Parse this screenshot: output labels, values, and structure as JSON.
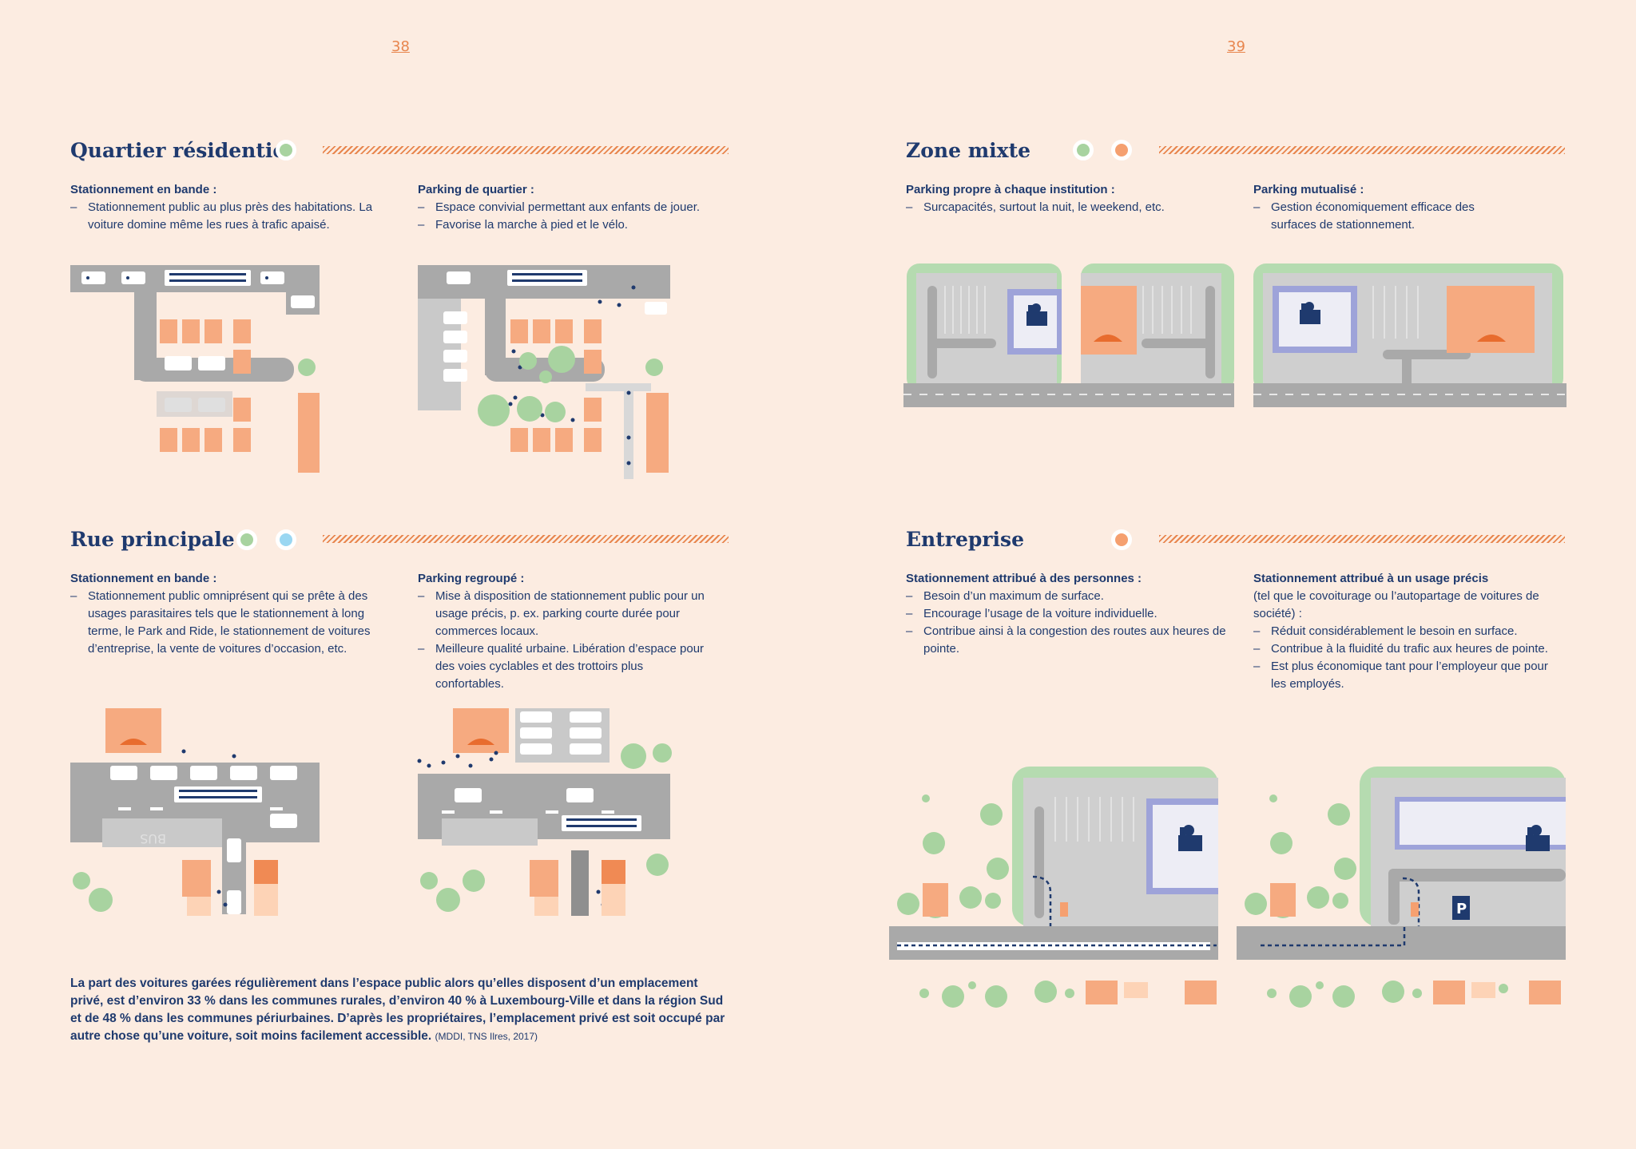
{
  "pages": {
    "left_number": "38",
    "right_number": "39"
  },
  "colors": {
    "background": "#fcece1",
    "navy": "#1f3a6e",
    "orange": "#e8864e",
    "green": "#a8d3a0",
    "blue": "#9ad7f2",
    "road": "#a9a9a9",
    "building": "#f6aa80",
    "office": "#9ea3d9"
  },
  "sections": {
    "quartier": {
      "title": "Quartier résidentiel",
      "dots": [
        "green"
      ],
      "left": {
        "heading": "Stationnement en bande :",
        "items": [
          "Stationnement public au plus près des habitations. La voiture domine même les rues à trafic apaisé."
        ]
      },
      "right": {
        "heading": "Parking de quartier :",
        "items": [
          "Espace convivial permettant aux enfants de jouer.",
          "Favorise la marche à pied et le vélo."
        ]
      }
    },
    "rue": {
      "title": "Rue principale",
      "dots": [
        "green",
        "blue"
      ],
      "left": {
        "heading": "Stationnement en bande :",
        "items": [
          "Stationnement public omniprésent qui se prête à des usages parasitaires tels que le stationnement à long terme, le Park and Ride, le stationnement de voitures d’entreprise, la vente de voitures d’occasion, etc."
        ]
      },
      "right": {
        "heading": "Parking regroupé :",
        "items": [
          "Mise à disposition de stationnement public pour un usage précis, p. ex. parking courte durée pour commerces locaux.",
          "Meilleure qualité urbaine. Libération d’espace pour des voies cyclables et des trottoirs plus confortables."
        ]
      },
      "map_label": "BUS"
    },
    "zone": {
      "title": "Zone mixte",
      "dots": [
        "green",
        "orange"
      ],
      "left": {
        "heading": "Parking propre à chaque institution :",
        "items": [
          "Surcapacités, surtout la nuit, le weekend, etc."
        ]
      },
      "right": {
        "heading": "Parking mutualisé :",
        "items": [
          "Gestion économiquement efficace des surfaces de stationnement."
        ]
      }
    },
    "entreprise": {
      "title": "Entreprise",
      "dots": [
        "orange"
      ],
      "left": {
        "heading": "Stationnement attribué à des personnes :",
        "items": [
          "Besoin d’un maximum de surface.",
          "Encourage l’usage de la voiture individuelle.",
          "Contribue ainsi à la congestion des routes aux heures de pointe."
        ]
      },
      "right": {
        "heading": "Stationnement attribué à un usage précis",
        "intro": "(tel que le covoiturage ou l’autopartage de voitures de société) :",
        "items": [
          "Réduit considérablement le besoin en surface.",
          "Contribue à la fluidité du trafic aux heures de pointe.",
          "Est plus économique tant pour l’employeur que pour les employés."
        ]
      },
      "parking_sign": "P"
    }
  },
  "footnote": {
    "text": "La part des voitures garées régulièrement dans l’espace public alors qu’elles disposent d’un emplacement privé, est d’environ 33 % dans les communes rurales, d’environ 40 % à Luxembourg-Ville et dans la région Sud et de 48 % dans les communes périurbaines. D’après les propriétaires, l’emplacement privé est soit occupé par autre chose qu’une voiture, soit moins facilement accessible.",
    "source": "(MDDI, TNS Ilres, 2017)"
  }
}
